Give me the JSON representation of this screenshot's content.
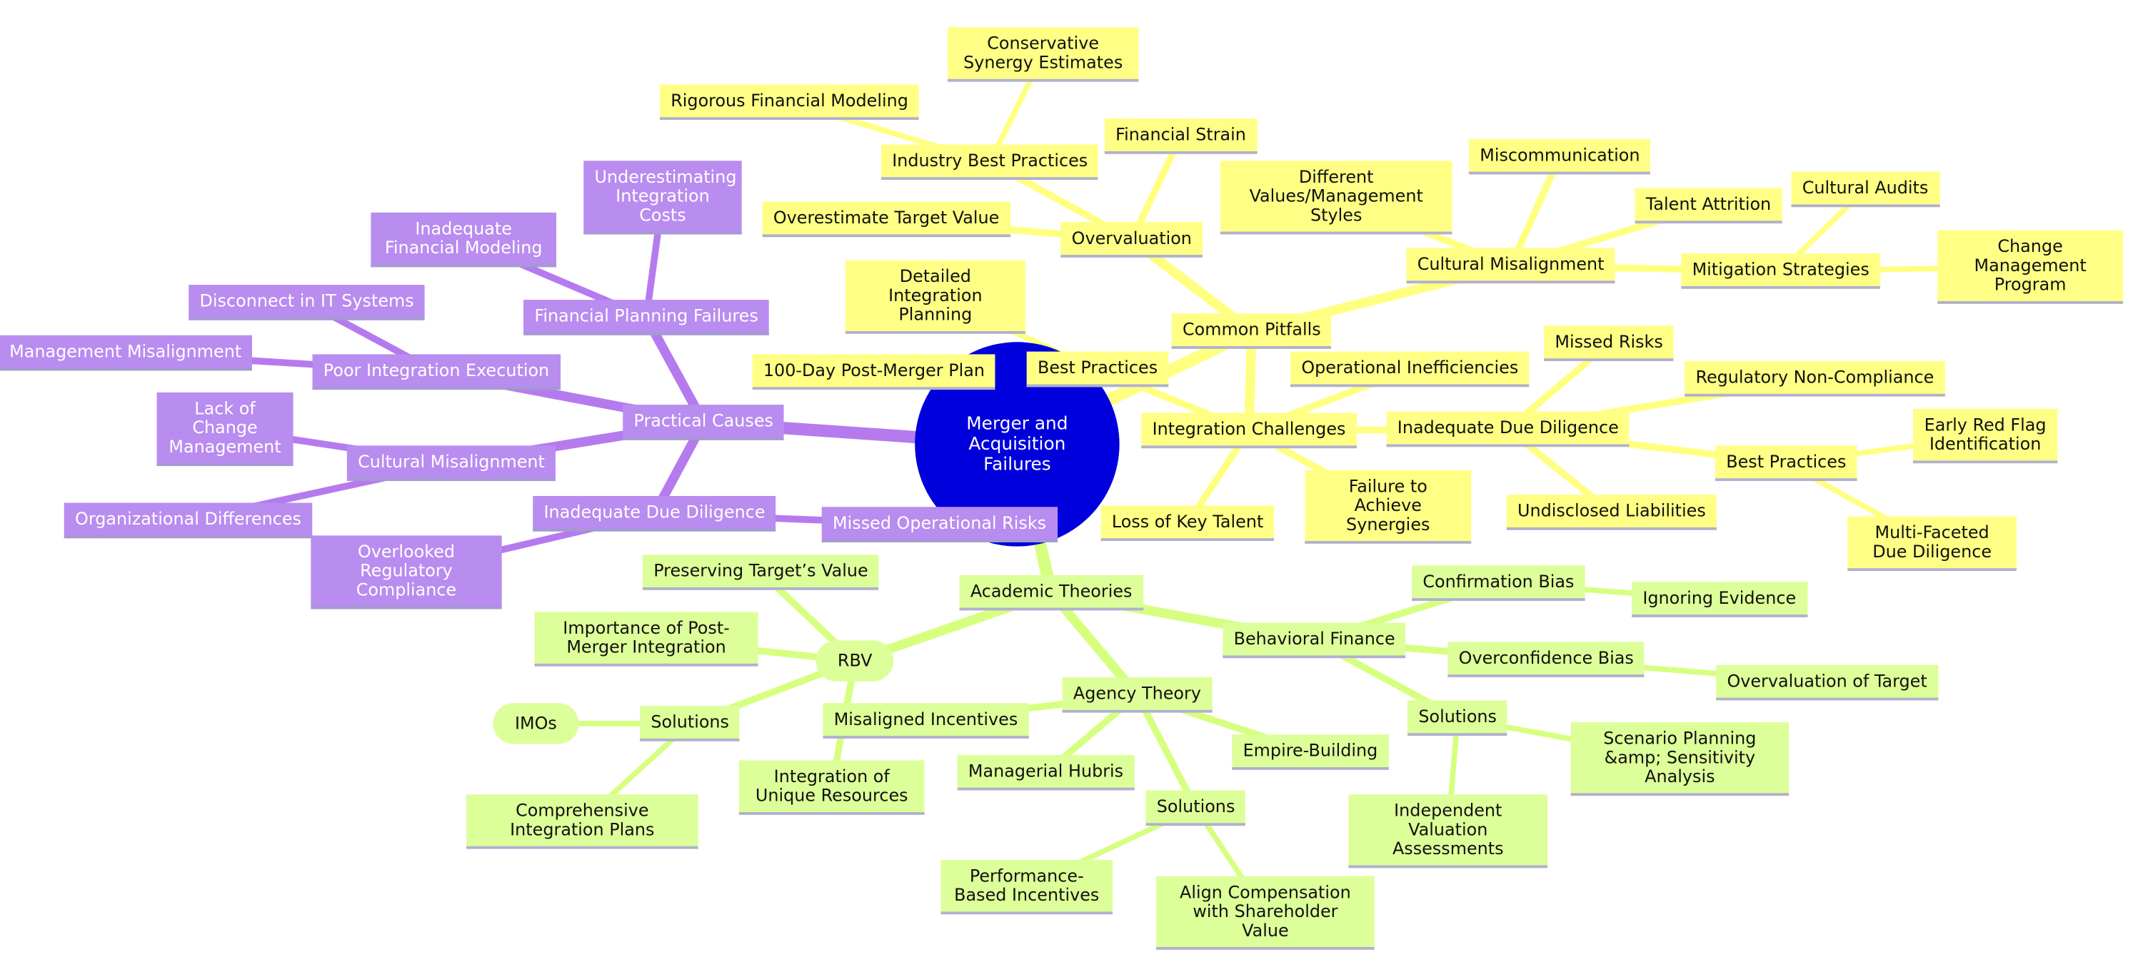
{
  "root": "Merger and Acquisition Failures",
  "common_pitfalls": {
    "label": "Common Pitfalls",
    "overvaluation": {
      "label": "Overvaluation",
      "overestimate": "Overestimate Target Value",
      "financial_strain": "Financial Strain",
      "industry_best_practices": {
        "label": "Industry Best Practices",
        "rigorous": "Rigorous Financial Modeling",
        "conservative": "Conservative Synergy Estimates"
      }
    },
    "cultural_misalignment": {
      "label": "Cultural Misalignment",
      "different_values": "Different Values/Management Styles",
      "miscommunication": "Miscommunication",
      "talent_attrition": "Talent Attrition",
      "mitigation": {
        "label": "Mitigation Strategies",
        "audits": "Cultural Audits",
        "change_program": "Change Management Program"
      }
    },
    "integration_challenges": {
      "label": "Integration Challenges",
      "operational": "Operational Inefficiencies",
      "loss_talent": "Loss of Key Talent",
      "synergies": "Failure to Achieve Synergies",
      "best_practices": {
        "label": "Best Practices",
        "detailed_planning": "Detailed Integration Planning",
        "hundred_day": "100-Day Post-Merger Plan"
      }
    },
    "due_diligence": {
      "label": "Inadequate Due Diligence",
      "missed_risks": "Missed Risks",
      "regulatory": "Regulatory Non-Compliance",
      "undisclosed": "Undisclosed Liabilities",
      "best_practices": {
        "label": "Best Practices",
        "early_red_flag": "Early Red Flag Identification",
        "multi_faceted": "Multi-Faceted Due Diligence"
      }
    }
  },
  "practical_causes": {
    "label": "Practical Causes",
    "financial_planning": {
      "label": "Financial Planning Failures",
      "underestimating": "Underestimating Integration Costs",
      "inadequate_modeling": "Inadequate Financial Modeling"
    },
    "poor_integration": {
      "label": "Poor Integration Execution",
      "it_systems": "Disconnect in IT Systems",
      "management": "Management Misalignment"
    },
    "cultural": {
      "label": "Cultural Misalignment",
      "change_mgmt": "Lack of Change Management",
      "org_diff": "Organizational Differences"
    },
    "due_diligence": {
      "label": "Inadequate Due Diligence",
      "missed_operational": "Missed Operational Risks",
      "overlooked_regulatory": "Overlooked Regulatory Compliance"
    }
  },
  "academic_theories": {
    "label": "Academic Theories",
    "rbv": {
      "label": "RBV",
      "preserving": "Preserving Target’s Value",
      "importance": "Importance of Post-Merger Integration",
      "unique_resources": "Integration of Unique Resources",
      "solutions": {
        "label": "Solutions",
        "imos": "IMOs",
        "comprehensive": "Comprehensive Integration Plans"
      }
    },
    "agency": {
      "label": "Agency Theory",
      "misaligned": "Misaligned Incentives",
      "hubris": "Managerial Hubris",
      "empire": "Empire-Building",
      "solutions": {
        "label": "Solutions",
        "performance": "Performance-Based Incentives",
        "align": "Align Compensation with Shareholder Value"
      }
    },
    "behavioral": {
      "label": "Behavioral Finance",
      "confirmation": {
        "label": "Confirmation Bias",
        "ignoring": "Ignoring Evidence"
      },
      "overconfidence": {
        "label": "Overconfidence Bias",
        "overvaluation": "Overvaluation of Target"
      },
      "solutions": {
        "label": "Solutions",
        "scenario": "Scenario Planning &amp; Sensitivity Analysis",
        "independent": "Independent Valuation Assessments"
      }
    }
  },
  "colors": {
    "root": "#0000dd",
    "yellow_branch": "#ffff85",
    "yellow_edge": "#ffff80",
    "purple_branch": "#b98cf0",
    "purple_edge": "#b57bee",
    "green_branch": "#ddff99",
    "green_edge": "#d6ff80"
  }
}
